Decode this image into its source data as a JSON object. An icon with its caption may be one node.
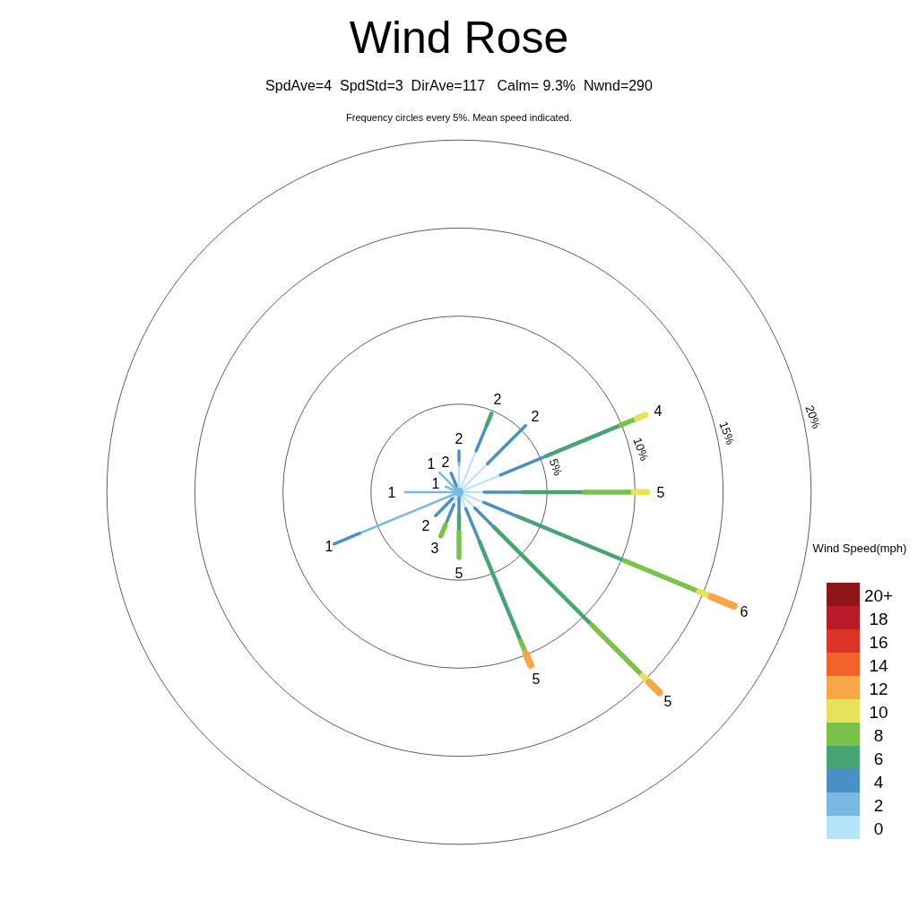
{
  "diagram": {
    "title": "Wind Rose",
    "labels": [
      "SpdAve=4  SpdStd=3  DirAve=117   Calm= 9.3%  Nwnd=290",
      "Frequency circles every 5%. Mean speed indicated.",
      "2",
      "4",
      "2",
      "20%",
      "15%",
      "2",
      "10%",
      "2",
      "1",
      "5%",
      "1",
      "1",
      "5",
      "2",
      "1",
      "Wind Speed(mph)",
      "3",
      "5",
      "6",
      "5",
      "5"
    ],
    "legend": [
      {
        "text": "20+",
        "color": "#8f1519"
      },
      {
        "text": "18",
        "color": "#b81b25"
      },
      {
        "text": "16",
        "color": "#dc3327"
      },
      {
        "text": "14",
        "color": "#f1632b"
      },
      {
        "text": "12",
        "color": "#f7a746"
      },
      {
        "text": "10",
        "color": "#e6e25a"
      },
      {
        "text": "8",
        "color": "#7bc24b"
      },
      {
        "text": "6",
        "color": "#47a574"
      },
      {
        "text": "4",
        "color": "#4a8fc6"
      },
      {
        "text": "2",
        "color": "#7ab8e4"
      },
      {
        "text": "0",
        "color": "#b5e3f7"
      }
    ]
  }
}
